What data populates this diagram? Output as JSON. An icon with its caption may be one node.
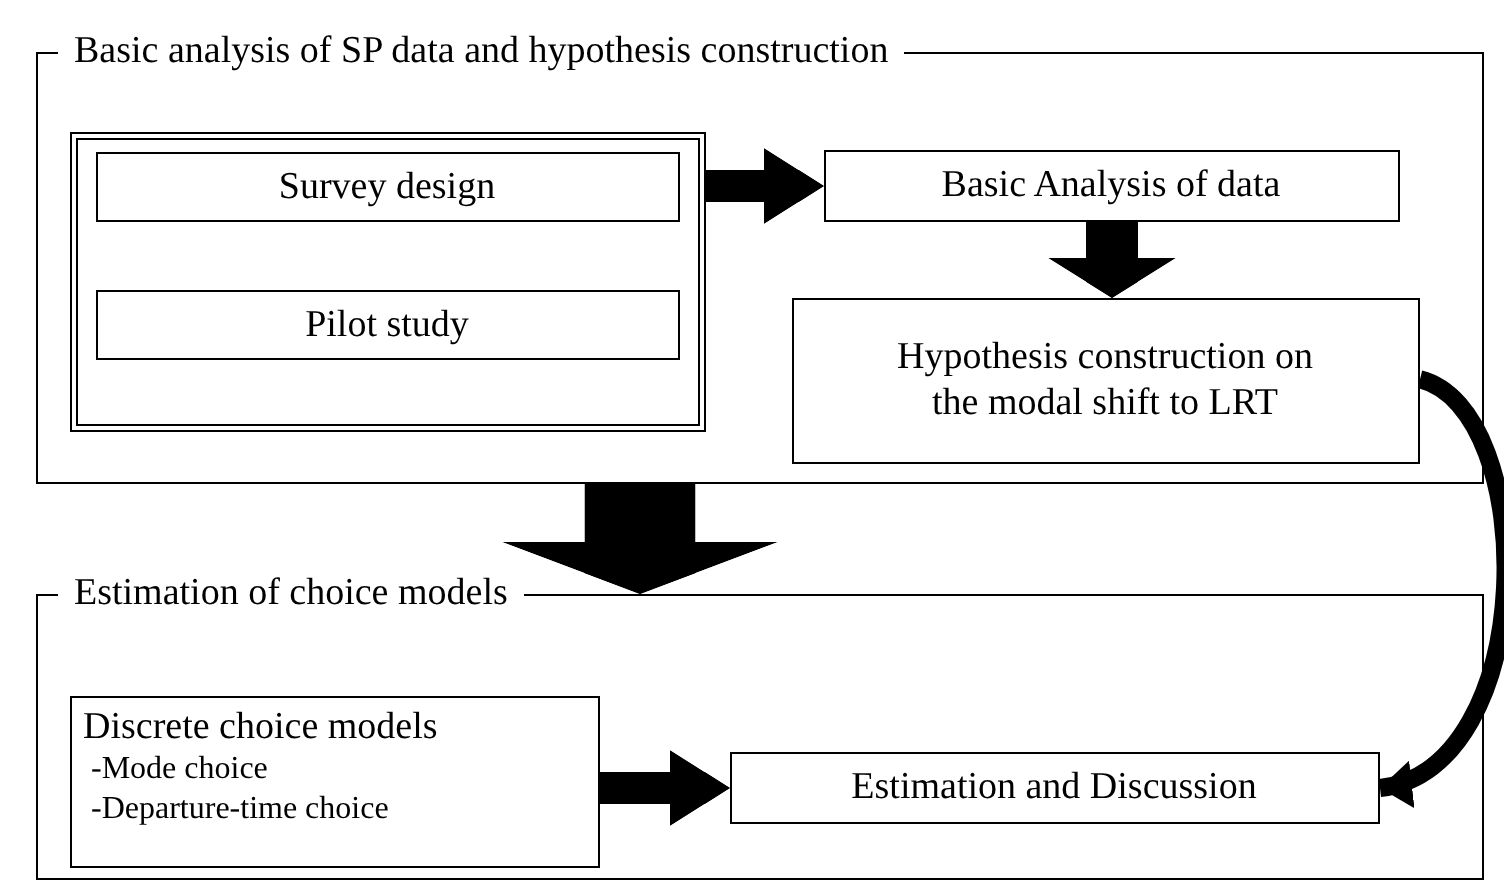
{
  "diagram": {
    "nodes": [
      {
        "text": [
          "Basic analysis of SP data and hypothesis construction"
        ]
      },
      {
        "text": [],
        "shape": "box",
        "in": 0
      },
      {
        "text": [
          "Survey design"
        ],
        "in": 1
      },
      {
        "text": [
          "Pilot study"
        ],
        "in": 1
      },
      {
        "text": [
          "Basic Analysis of data"
        ],
        "in": 0
      },
      {
        "text": [
          "Hypothesis construction on the modal shift to LRT"
        ],
        "in": 0
      },
      {
        "text": [
          "Estimation of choice models"
        ]
      },
      {
        "text": [
          "Discrete choice models",
          "-Mode choice",
          "-Departure-time choice"
        ],
        "in": 6
      },
      {
        "text": [
          "Estimation and Discussion"
        ],
        "in": 6
      }
    ],
    "edges": [
      {
        "from": 1,
        "to": 4,
        "arrow": "to"
      },
      {
        "from": 4,
        "to": 5,
        "arrow": "to"
      },
      {
        "from": 0,
        "to": 6,
        "arrow": "to",
        "style": "thick"
      },
      {
        "from": 5,
        "to": 8,
        "arrow": "to"
      },
      {
        "from": 7,
        "to": 8,
        "arrow": "to"
      }
    ]
  }
}
